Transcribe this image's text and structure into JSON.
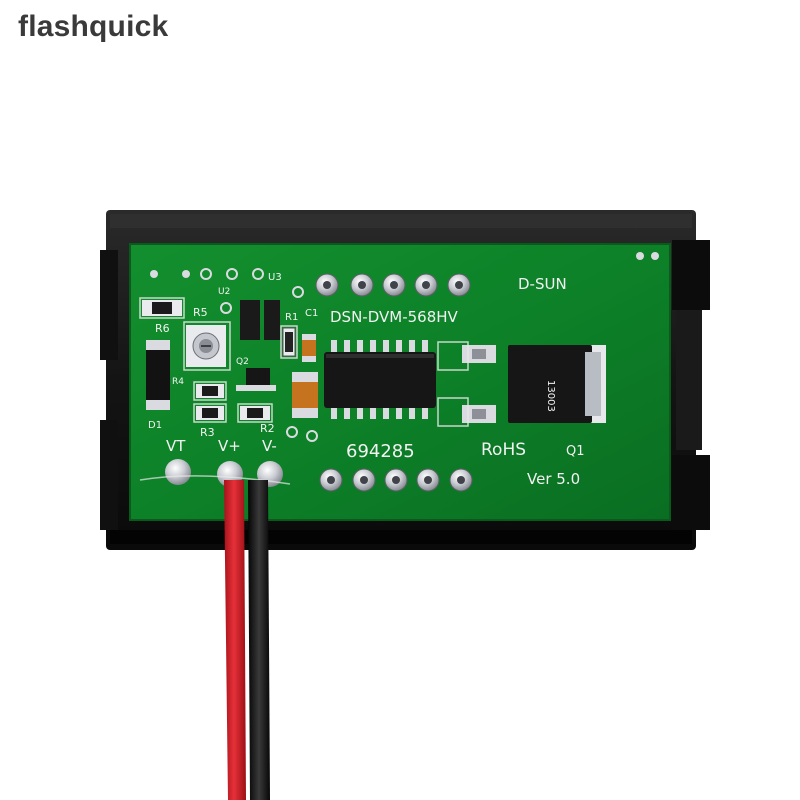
{
  "watermark": "flashquick",
  "board": {
    "brand": "D-SUN",
    "model": "DSN-DVM-568HV",
    "serial": "694285",
    "rohs": "RoHS",
    "version": "Ver 5.0",
    "chip_marking": "13003",
    "silk_labels": {
      "u2": "U2",
      "u3": "U3",
      "r5": "R5",
      "r6": "R6",
      "r1": "R1",
      "c1": "C1",
      "q2": "Q2",
      "r3": "R3",
      "r2": "R2",
      "d1": "D1",
      "r4": "R4",
      "q1": "Q1",
      "vt": "VT",
      "vplus": "V+",
      "vminus": "V-"
    }
  },
  "colors": {
    "pcb": "#0f8a2a",
    "housing": "#151515",
    "wire_red": "#d8202a",
    "wire_black": "#1a1a1a",
    "solder": "#c9ccd2"
  }
}
